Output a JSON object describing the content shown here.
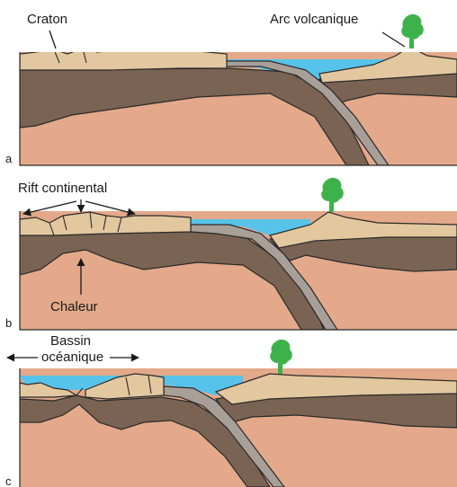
{
  "panels": [
    {
      "letter": "a",
      "labels": {
        "craton": "Craton",
        "arc": "Arc volcanique"
      }
    },
    {
      "letter": "b",
      "labels": {
        "rift": "Rift continental",
        "heat": "Chaleur"
      }
    },
    {
      "letter": "c",
      "labels": {
        "basin_line1": "Bassin",
        "basin_line2": "océanique"
      }
    }
  ],
  "colors": {
    "continental_crust": "#e3c79f",
    "lithosphere": "#7a6352",
    "asthenosphere": "#e3a98a",
    "ocean": "#58c3ea",
    "oceanic_crust": "#a89f98",
    "tree": "#3db24a"
  },
  "icons": [
    "volcano-tree-icon"
  ]
}
